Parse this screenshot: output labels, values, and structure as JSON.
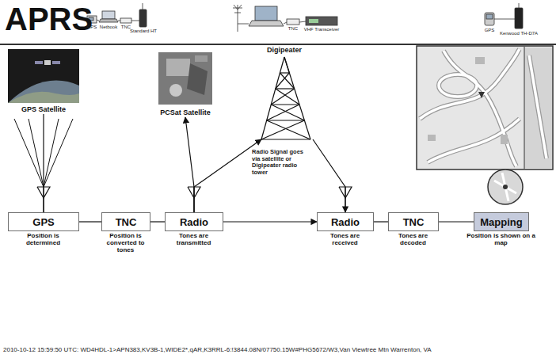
{
  "diagram": {
    "title": "APRS",
    "nodes": [
      {
        "text": [
          "GPS Satellite"
        ]
      },
      {
        "text": [
          "PCSat Satellite"
        ]
      },
      {
        "text": [
          "Digipeater"
        ]
      },
      {
        "text": [
          "GPS",
          "Position is determined"
        ]
      },
      {
        "text": [
          "TNC",
          "Position is converted to tones"
        ]
      },
      {
        "text": [
          "Radio",
          "Tones are transmitted"
        ]
      },
      {
        "text": [
          "Radio",
          "Tones are received"
        ]
      },
      {
        "text": [
          "TNC",
          "Tones are decoded"
        ]
      },
      {
        "text": [
          "Mapping",
          "Position is shown on a map"
        ]
      }
    ],
    "edges": [
      {
        "from": 0,
        "to": 3,
        "arrow": "none"
      },
      {
        "from": 3,
        "to": 4,
        "arrow": "none"
      },
      {
        "from": 4,
        "to": 5,
        "arrow": "none"
      },
      {
        "from": 5,
        "to": 1,
        "arrow": "to"
      },
      {
        "from": 5,
        "to": 2,
        "arrow": "to"
      },
      {
        "from": 5,
        "to": 6,
        "arrow": "to"
      },
      {
        "from": 2,
        "to": 6,
        "arrow": "to"
      },
      {
        "from": 6,
        "to": 7,
        "arrow": "none"
      },
      {
        "from": 7,
        "to": 8,
        "arrow": "none"
      }
    ],
    "labels": [
      "GPS",
      "Netbook",
      "TNC",
      "Standard HT",
      "TNC",
      "VHF Transceiver",
      "GPS",
      "Kenwood TH-D7A",
      "Radio Signal goes via satellite or Digipeater radio tower",
      "2010-10-12 15:59:50 UTC: WD4HDL-1>APN383,KV3B-1,WIDE2*,qAR,K3RRL-6:!3844.08N/07750.15W#PHG5672/W3,Van Viewtree Mtn Warrenton, VA"
    ]
  }
}
